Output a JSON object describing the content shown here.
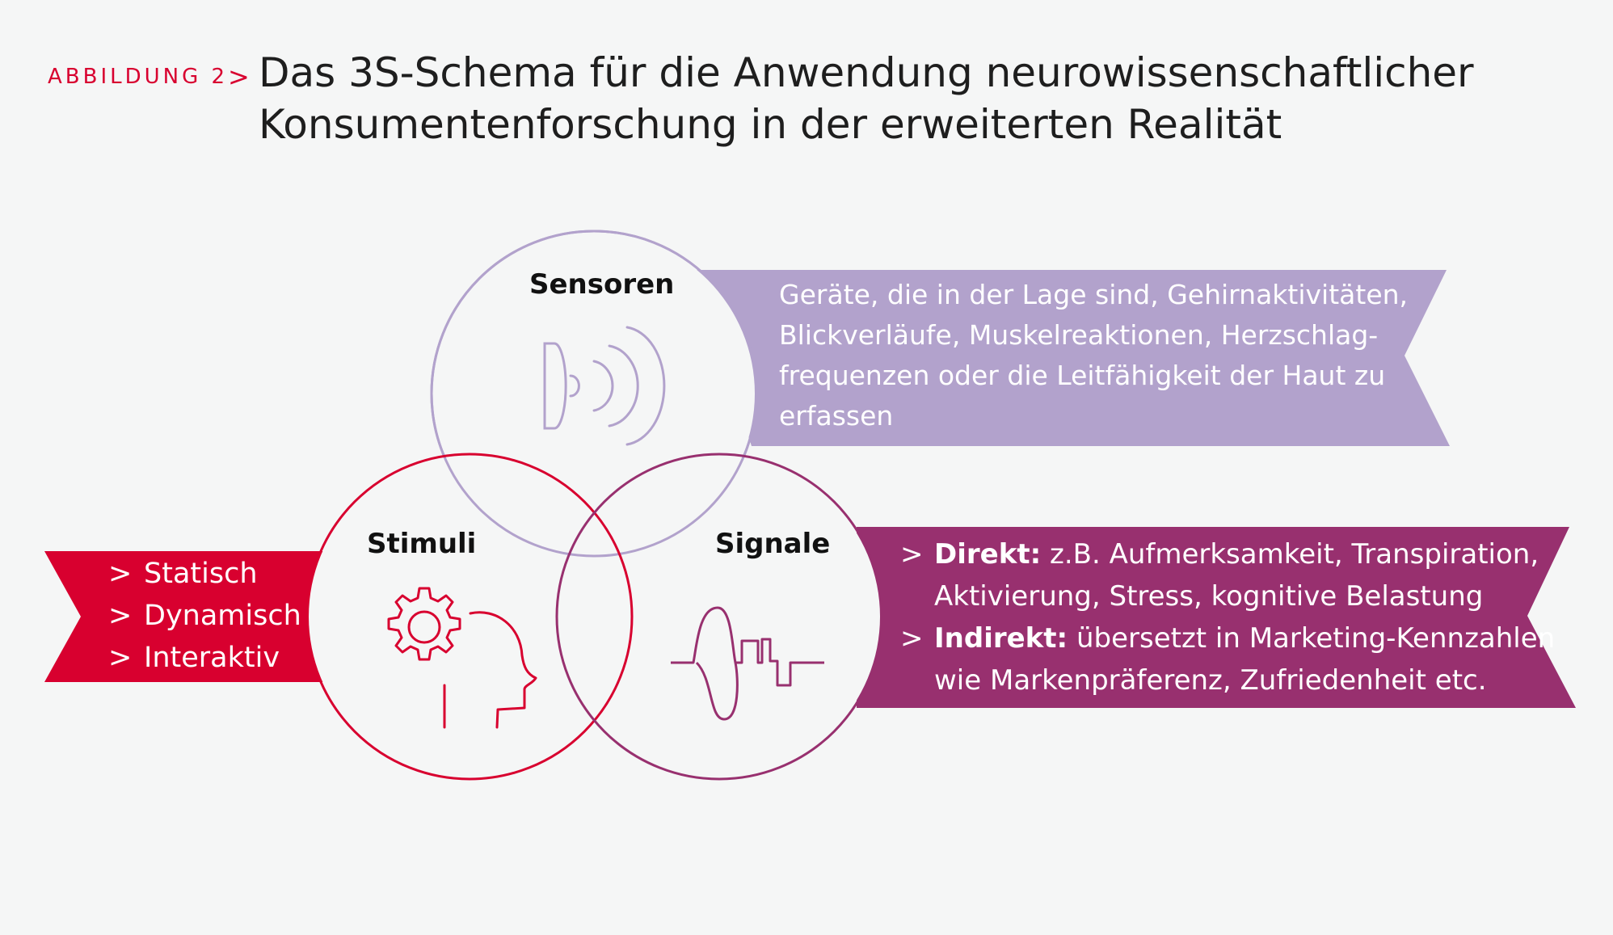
{
  "figure_label": "ABBILDUNG 2",
  "title_lines": [
    "Das 3S-Schema für die Anwendung neurowissenschaftlicher",
    "Konsumentenforschung in der erweiterten Realität"
  ],
  "colors": {
    "red": "#d8002f",
    "purple": "#98306f",
    "lavender": "#b2a2cc",
    "background": "#f5f6f6"
  },
  "sensoren": {
    "label": "Sensoren",
    "icon": "sensor-waves-icon",
    "text_lines": [
      "Geräte, die in der Lage sind, Gehirnaktivitäten,",
      "Blickverläufe, Muskelreaktionen, Herzschlag-",
      "frequenzen oder die Leitfähigkeit der Haut zu",
      "erfassen"
    ]
  },
  "stimuli": {
    "label": "Stimuli",
    "icon": "gear-head-icon",
    "items": [
      "Statisch",
      "Dynamisch",
      "Interaktiv"
    ]
  },
  "signale": {
    "label": "Signale",
    "icon": "signal-wave-icon",
    "items": [
      {
        "bold": "Direkt:",
        "rest": " z.B. Aufmerksamkeit, Transpiration,",
        "line2": "Aktivierung, Stress, kognitive Belastung"
      },
      {
        "bold": "Indirekt:",
        "rest": " übersetzt in Marketing-Kennzahlen",
        "line2": "wie Markenpräferenz, Zufriedenheit etc."
      }
    ]
  }
}
